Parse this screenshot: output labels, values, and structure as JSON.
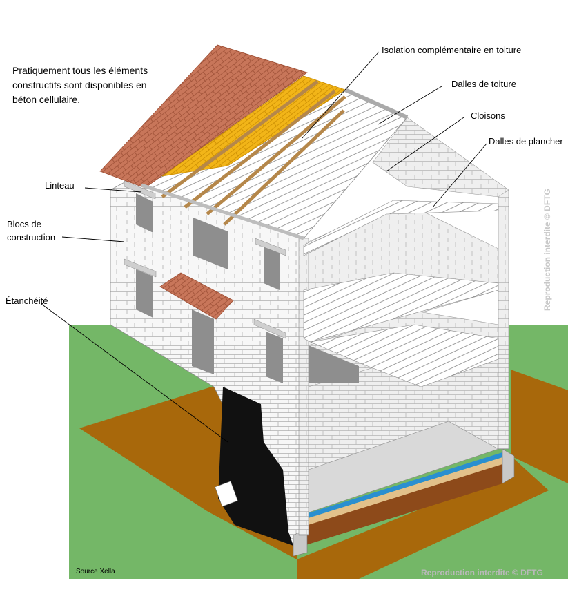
{
  "intro": "Pratiquement tous les éléments constructifs sont disponibles en béton cellulaire.",
  "labels": {
    "isolation": "Isolation complémentaire en toiture",
    "dalles_toiture": "Dalles de toiture",
    "cloisons": "Cloisons",
    "dalles_plancher": "Dalles de plancher",
    "linteau": "Linteau",
    "blocs_line1": "Blocs de",
    "blocs_line2": "construction",
    "etancheite": "Étanchéité"
  },
  "source": "Source Xella",
  "copyright": "Reproduction interdite © DFTG",
  "colors": {
    "grass": "#74b767",
    "soil": "#a8680b",
    "roof_tile": "#c8765a",
    "insulation": "#f2b518",
    "block": "#f7f7f7",
    "seal": "#111111",
    "blue_layer": "#2a8fd0",
    "foundation": "#8d4a1a"
  }
}
